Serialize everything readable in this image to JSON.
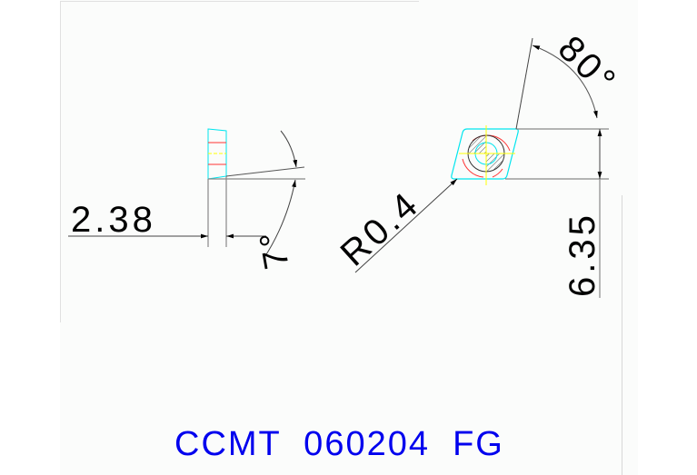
{
  "title": "CCMT  060204  FG",
  "dimensions": {
    "thickness": "2.38",
    "clearance_angle": "7°",
    "corner_radius": "R0.4",
    "insert_angle": "80°",
    "inscribed_circle": "6.35"
  },
  "colors": {
    "title": "#0000ee",
    "outline": "#00e5ee",
    "centerline": "#ffff00",
    "hidden": "#ff3333",
    "dimension": "#000000"
  }
}
